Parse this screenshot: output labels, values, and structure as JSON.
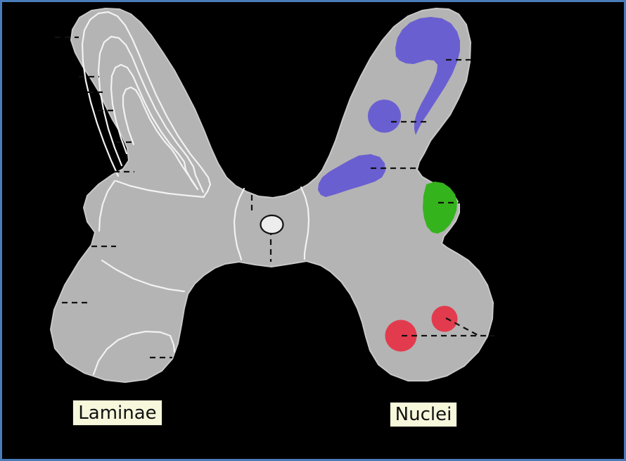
{
  "figure": {
    "kind": "spinal-cord-cross-section-diagram",
    "left_caption": "Laminae",
    "right_caption": "Nuclei"
  },
  "captions": {
    "laminae": "Laminae",
    "nuclei": "Nuclei"
  },
  "regions": {
    "left_half": "gray matter with white lamina boundary lines and dashed leader lines",
    "right_half": "gray matter with colored nucleus regions and dashed leader lines",
    "colored_shapes": [
      {
        "shape": "comma-shaped region, dorsal horn tip",
        "color_key": "nucleus_blue"
      },
      {
        "shape": "round region, mid dorsal horn",
        "color_key": "nucleus_blue"
      },
      {
        "shape": "slanted band region, base of dorsal horn",
        "color_key": "nucleus_blue"
      },
      {
        "shape": "lateral wedge region",
        "color_key": "nucleus_green"
      },
      {
        "shape": "large circle, ventral horn",
        "color_key": "nucleus_red"
      },
      {
        "shape": "small circle, ventral horn",
        "color_key": "nucleus_red"
      },
      {
        "shape": "central canal ellipse",
        "color_key": "central_canal_fill"
      }
    ]
  },
  "colors": {
    "background": "#000000",
    "frame": "#4a7cba",
    "gray_matter": "#b4b4b4",
    "gray_edge": "#c9c9c9",
    "lamina_lines": "#f2f2f2",
    "nucleus_blue": "#6a5fd1",
    "nucleus_green": "#35b31c",
    "nucleus_red": "#e23b4e",
    "central_canal_fill": "#ededed",
    "leader_line": "#111111",
    "caption_bg": "#f7f7dc",
    "caption_text": "#111111"
  }
}
